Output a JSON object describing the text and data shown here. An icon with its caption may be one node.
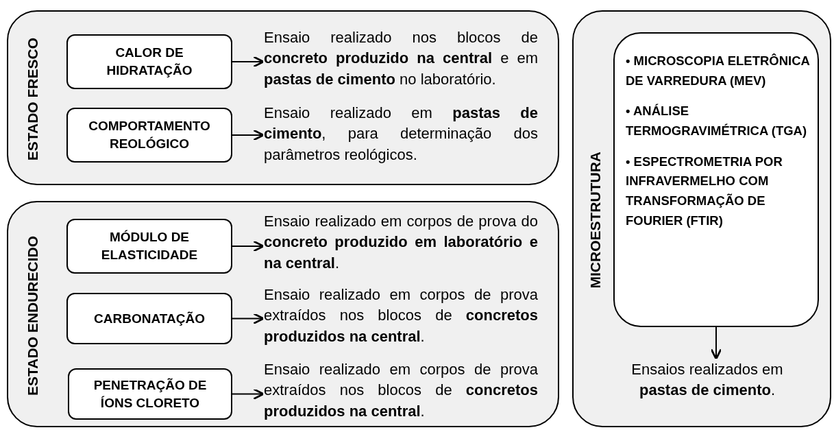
{
  "diagram": {
    "nodes": [
      {
        "text": [
          "ESTADO FRESCO"
        ]
      },
      {
        "text": [
          "CALOR DE HIDRATAÇÃO"
        ],
        "in": 0
      },
      {
        "text": [
          "Ensaio realizado nos blocos de **concreto produzido na central** e em **pastas de cimento** no laboratório."
        ],
        "in": 0
      },
      {
        "text": [
          "COMPORTAMENTO REOLÓGICO"
        ],
        "in": 0
      },
      {
        "text": [
          "Ensaio realizado em **pastas de cimento**, para determinação dos parâmetros reológicos."
        ],
        "in": 0
      },
      {
        "text": [
          "ESTADO ENDURECIDO"
        ]
      },
      {
        "text": [
          "MÓDULO DE ELASTICIDADE"
        ],
        "in": 5
      },
      {
        "text": [
          "Ensaio realizado em corpos de prova do **concreto produzido em laboratório e na central**."
        ],
        "in": 5
      },
      {
        "text": [
          "CARBONATAÇÃO"
        ],
        "in": 5
      },
      {
        "text": [
          "Ensaio realizado em corpos de prova extraídos nos blocos de **concretos produzidos na central**."
        ],
        "in": 5
      },
      {
        "text": [
          "PENETRAÇÃO DE ÍONS CLORETO"
        ],
        "in": 5
      },
      {
        "text": [
          "Ensaio realizado em corpos de prova extraídos nos blocos de **concretos produzidos na central**."
        ],
        "in": 5
      },
      {
        "text": [
          "MICROESTRUTURA"
        ]
      },
      {
        "text": [
          "• MICROSCOPIA ELETRÔNICA DE VARREDURA (MEV)",
          "• ANÁLISE TERMOGRAVIMÉTRICA (TGA)",
          "• ESPECTROMETRIA POR INFRAVERMELHO COM TRANSFORMAÇÃO DE FOURIER (FTIR)"
        ],
        "in": 12
      },
      {
        "text": [
          "Ensaios realizados em **pastas de cimento**."
        ],
        "in": 12
      }
    ],
    "edges": [
      {
        "from": 1,
        "to": 2,
        "arrow": "to"
      },
      {
        "from": 3,
        "to": 4,
        "arrow": "to"
      },
      {
        "from": 6,
        "to": 7,
        "arrow": "to"
      },
      {
        "from": 8,
        "to": 9,
        "arrow": "to"
      },
      {
        "from": 10,
        "to": 11,
        "arrow": "to"
      },
      {
        "from": 13,
        "to": 14,
        "arrow": "to"
      }
    ]
  }
}
